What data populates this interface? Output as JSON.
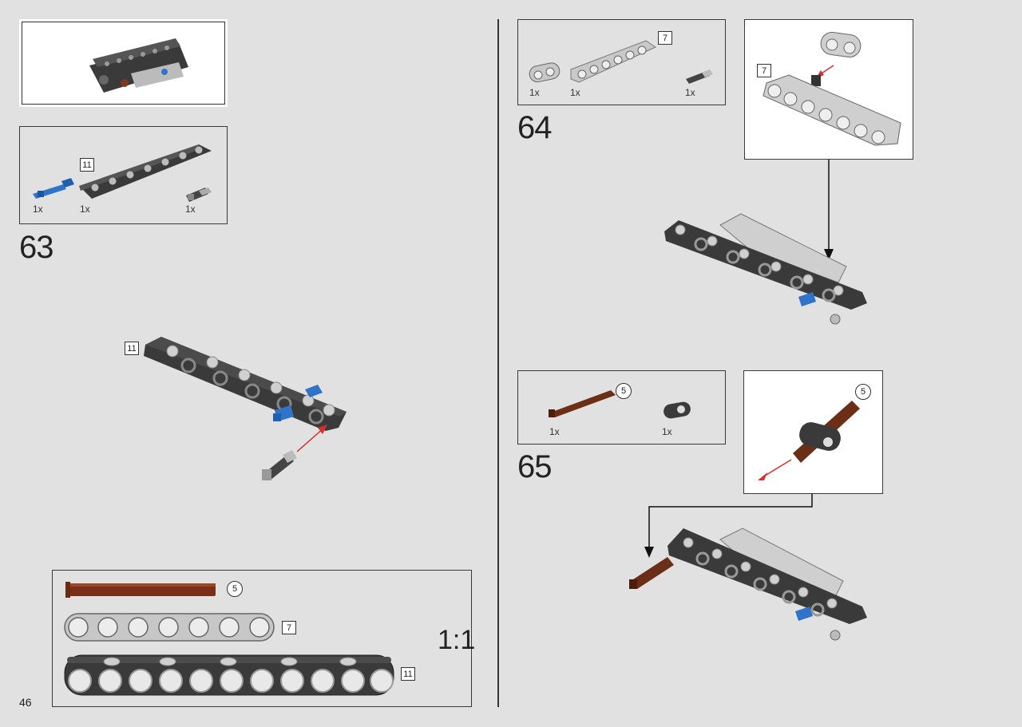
{
  "page": {
    "number": "46"
  },
  "steps": [
    {
      "number": "63",
      "parts": [
        {
          "qty": "1x",
          "color": "#2f74c9",
          "icon": "blue-axle-pin-icon"
        },
        {
          "qty": "1x",
          "length": "11",
          "color": "#3b3b3b",
          "icon": "black-beam-icon"
        },
        {
          "qty": "1x",
          "color": "#555555",
          "icon": "pin-with-friction-icon"
        }
      ],
      "callout_beam_length": "11"
    },
    {
      "number": "64",
      "parts": [
        {
          "qty": "1x",
          "color": "#c8c8c8",
          "icon": "gray-beam-2-icon"
        },
        {
          "qty": "1x",
          "length": "7",
          "color": "#c8c8c8",
          "icon": "gray-beam-7-icon"
        },
        {
          "qty": "1x",
          "color": "#555555",
          "icon": "pin-icon"
        }
      ],
      "callout_label": "7"
    },
    {
      "number": "65",
      "parts": [
        {
          "qty": "1x",
          "length": "5",
          "color": "#6b2e16",
          "icon": "brown-axle-icon"
        },
        {
          "qty": "1x",
          "color": "#3b3b3b",
          "icon": "black-connector-icon"
        }
      ],
      "callout_label": "5"
    }
  ],
  "scale_box": {
    "label": "1:1",
    "items": [
      {
        "length": "5",
        "color": "#7a3018",
        "icon": "axle-5-icon"
      },
      {
        "length": "7",
        "color": "#c7c7c7",
        "icon": "beam-7-icon"
      },
      {
        "length": "11",
        "color": "#3a3a3a",
        "icon": "beam-11-icon"
      }
    ]
  }
}
